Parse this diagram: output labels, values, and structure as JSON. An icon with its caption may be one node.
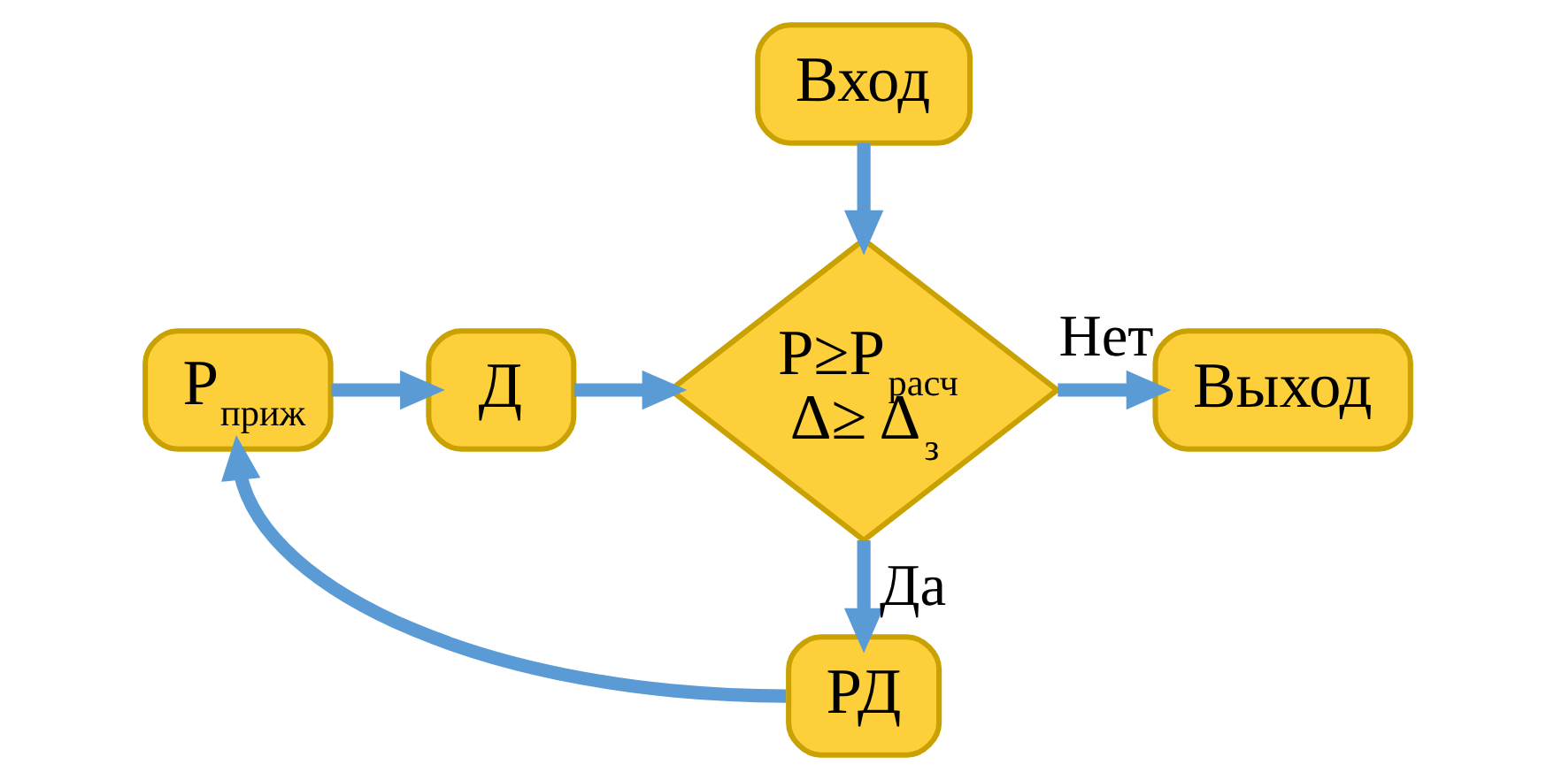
{
  "diagram": {
    "nodes": [
      {
        "text": [
          "Вход"
        ]
      },
      {
        "text": [
          "Р≥Р$_{расч}$ Δ≥ Δ$_{з}$"
        ]
      },
      {
        "text": [
          "Выход"
        ]
      },
      {
        "text": [
          "Р$_{приж}$"
        ]
      },
      {
        "text": [
          "Д"
        ]
      },
      {
        "text": [
          "РД"
        ]
      }
    ],
    "edges": [
      {
        "from": 0,
        "to": 1,
        "arrow": "to"
      },
      {
        "from": 1,
        "to": 2,
        "arrow": "to",
        "label": "Нет"
      },
      {
        "from": 1,
        "to": 5,
        "arrow": "to",
        "label": "Да"
      },
      {
        "from": 5,
        "to": 3,
        "arrow": "to"
      },
      {
        "from": 3,
        "to": 4,
        "arrow": "to"
      },
      {
        "from": 4,
        "to": 1,
        "arrow": "to"
      }
    ]
  }
}
